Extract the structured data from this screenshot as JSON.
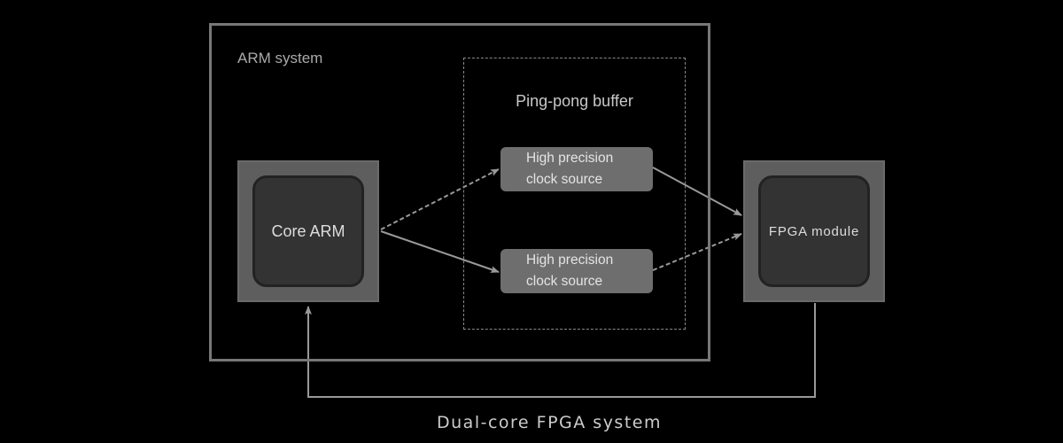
{
  "diagram": {
    "caption": "Dual-core FPGA system",
    "containers": {
      "arm_system": {
        "label": "ARM system"
      },
      "pingpong_buffer": {
        "label": "Ping-pong buffer"
      }
    },
    "nodes": {
      "core_arm": {
        "label": "Core ARM"
      },
      "clock_source_1": {
        "line1": "High precision",
        "line2": "clock source"
      },
      "clock_source_2": {
        "line1": "High precision",
        "line2": "clock source"
      },
      "fpga_module": {
        "label": "FPGA module"
      }
    },
    "edges": [
      {
        "from": "Core ARM",
        "to": "High precision clock source (top)",
        "style": "dashed"
      },
      {
        "from": "Core ARM",
        "to": "High precision clock source (bottom)",
        "style": "solid"
      },
      {
        "from": "High precision clock source (top)",
        "to": "FPGA module",
        "style": "solid"
      },
      {
        "from": "High precision clock source (bottom)",
        "to": "FPGA module",
        "style": "dashed"
      },
      {
        "from": "FPGA module",
        "to": "Core ARM",
        "style": "solid"
      }
    ],
    "colors": {
      "background": "#000000",
      "border": "#777777",
      "chip_outer": "#5e5e5e",
      "chip_inner": "#333333",
      "clock_box": "#6e6e6e",
      "text": "#cccccc"
    }
  }
}
